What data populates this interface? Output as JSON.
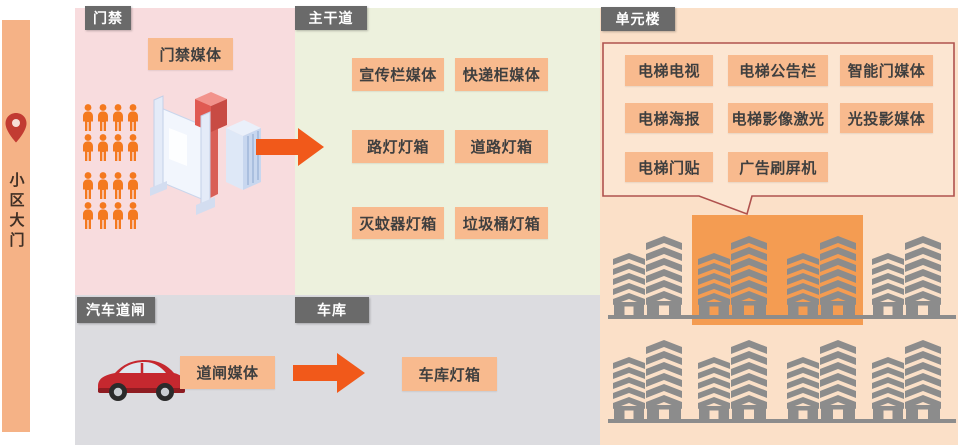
{
  "colors": {
    "pink_section_bg": "#f8dcde",
    "green_section_bg": "#edf1dd",
    "gray_section_bg": "#dcdce0",
    "peach_section_bg": "#fbe0c8",
    "section_header_bg": "#6a6a6a",
    "section_header_text": "#ffffff",
    "label_box_bg": "#f8ba8e",
    "label_text": "#3f3f3f",
    "arrow_orange": "#f1591a",
    "sidebar_bg": "#f5b286",
    "location_pin_red": "#c23b32",
    "people_orange": "#f4791f",
    "building_gray": "#8c8c8c",
    "building_highlight_orange": "#f49c52",
    "bubble_border_red": "#b0524e",
    "bubble_fill": "#fce6d2",
    "car_red": "#c5282f"
  },
  "sidebar": {
    "label": "小区大门"
  },
  "sections": {
    "access": {
      "header": "门禁",
      "media_label": "门禁媒体"
    },
    "main_road": {
      "header": "主干道",
      "items": [
        "宣传栏媒体",
        "快递柜媒体",
        "路灯灯箱",
        "道路灯箱",
        "灭蚊器灯箱",
        "垃圾桶灯箱"
      ]
    },
    "unit_building": {
      "header": "单元楼",
      "bubble_items": [
        "电梯电视",
        "电梯公告栏",
        "智能门媒体",
        "电梯海报",
        "电梯影像激光",
        "光投影媒体",
        "电梯门贴",
        "广告刷屏机"
      ]
    },
    "car_barrier": {
      "header": "汽车道闸",
      "media_label": "道闸媒体"
    },
    "garage": {
      "header": "车库",
      "media_label": "车库灯箱"
    }
  }
}
